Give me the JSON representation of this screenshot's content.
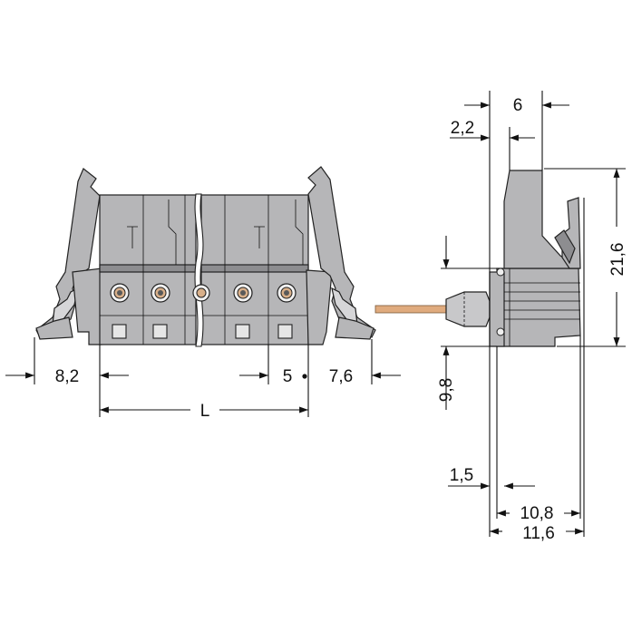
{
  "colors": {
    "housing": "#b6b6b8",
    "housing_dark": "#8d8d90",
    "outline": "#222222",
    "contact_ring": "#d9b08a",
    "wire": "#e0ab7e",
    "dimension": "#111111"
  },
  "front_view": {
    "dimensions": {
      "left_offset": "8,2",
      "length": "L",
      "pitch": "5",
      "right_offset": "7,6"
    }
  },
  "side_view": {
    "dimensions": {
      "top_width": "6",
      "top_offset": "2,2",
      "height": "21,6",
      "pin_height": "9,8",
      "base_offset": "1,5",
      "depth_inner": "10,8",
      "depth_total": "11,6"
    }
  }
}
